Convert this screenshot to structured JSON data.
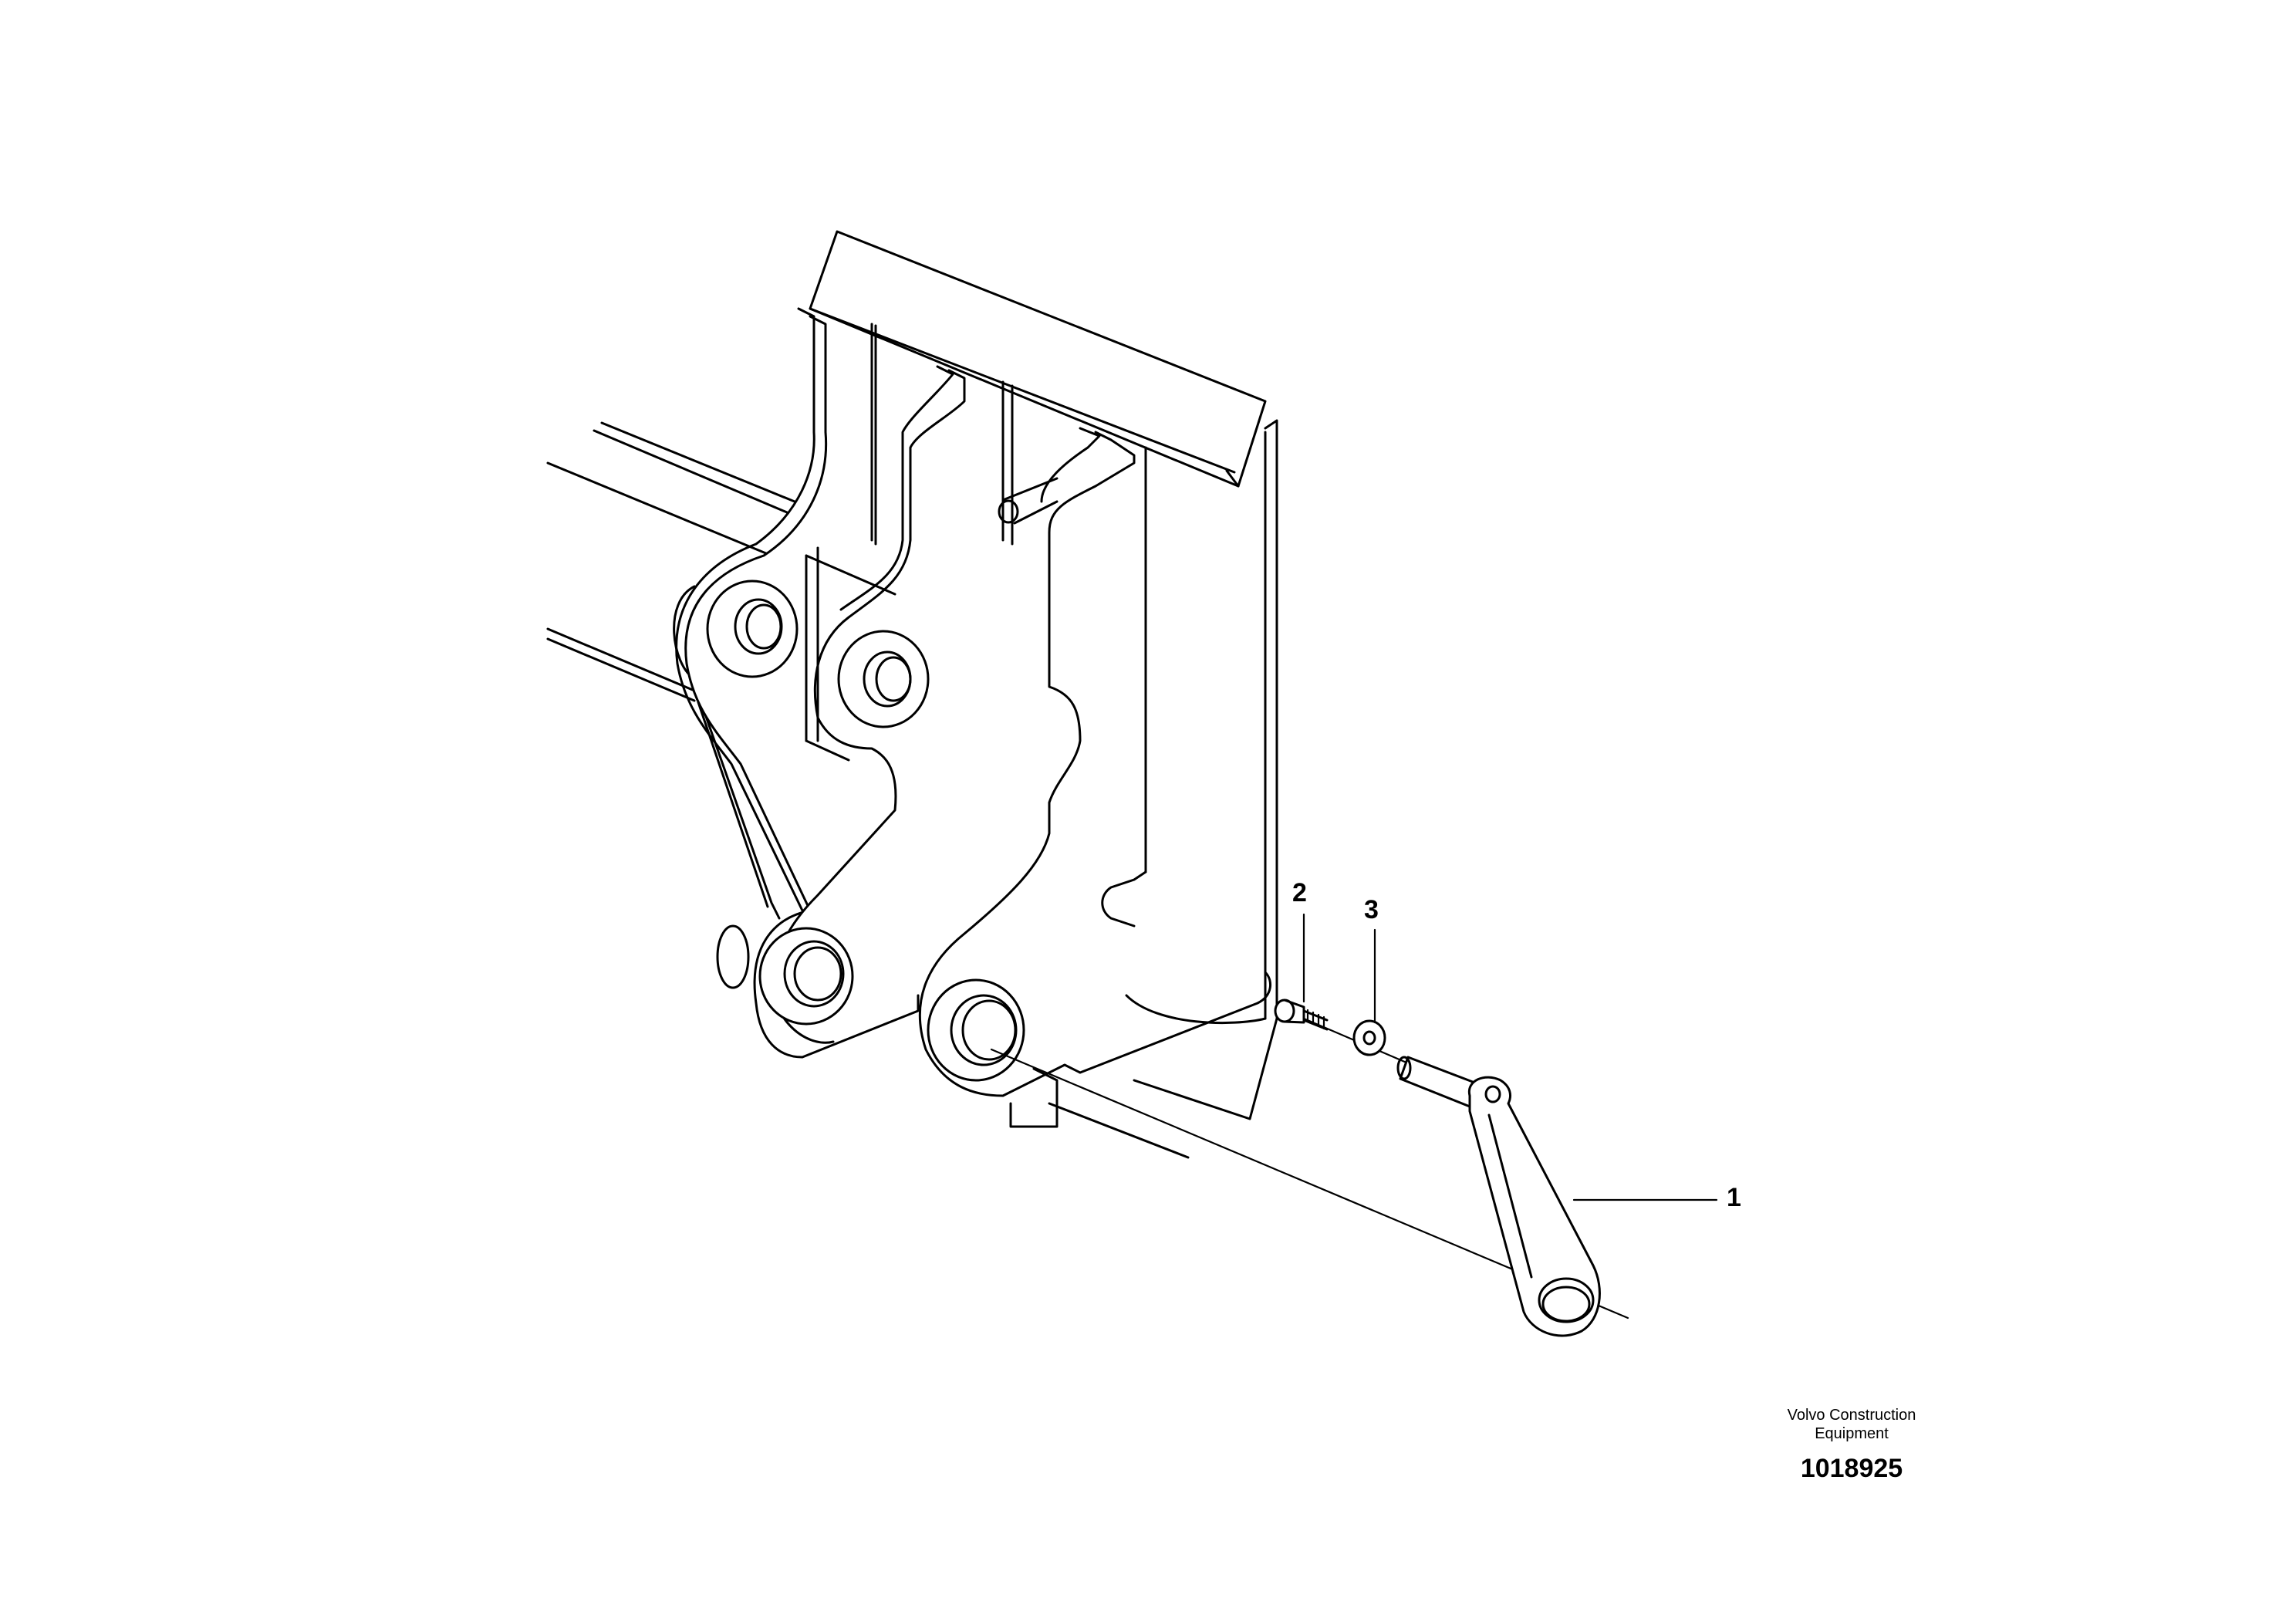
{
  "callouts": [
    {
      "id": "1",
      "label": "1"
    },
    {
      "id": "2",
      "label": "2"
    },
    {
      "id": "3",
      "label": "3"
    }
  ],
  "caption": {
    "manufacturer_line1": "Volvo Construction",
    "manufacturer_line2": "Equipment",
    "drawing_number": "1018925"
  }
}
